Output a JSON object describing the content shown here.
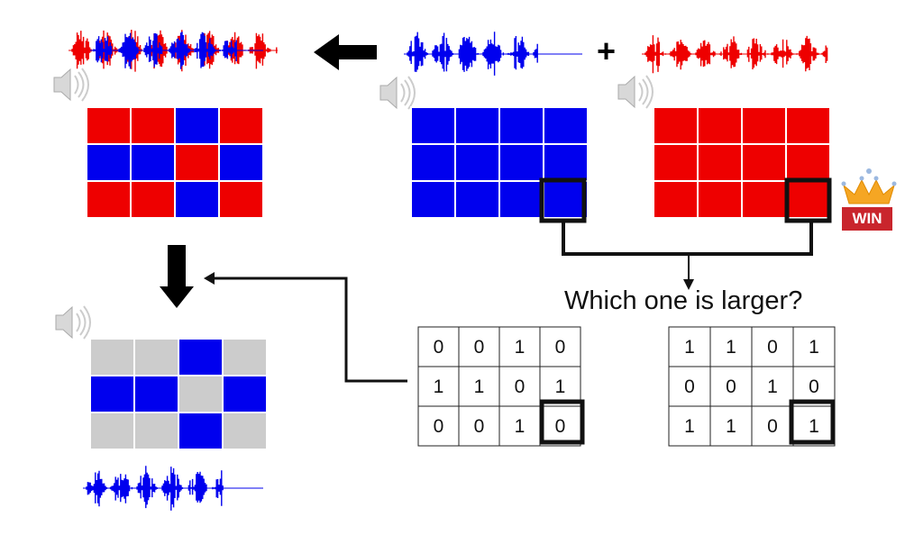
{
  "colors": {
    "blue": "#0000ee",
    "red": "#ee0000",
    "gray": "#cccccc",
    "black": "#000000"
  },
  "icons": [
    "speaker-icon",
    "left-arrow-icon",
    "down-arrow-icon",
    "crown-icon"
  ],
  "plus_sign": "+",
  "question": "Which one is larger?",
  "win_badge": "WIN",
  "mixture_grid": [
    [
      "R",
      "R",
      "B",
      "R"
    ],
    [
      "B",
      "B",
      "R",
      "B"
    ],
    [
      "R",
      "R",
      "B",
      "R"
    ]
  ],
  "blue_grid": [
    [
      "B",
      "B",
      "B",
      "B"
    ],
    [
      "B",
      "B",
      "B",
      "B"
    ],
    [
      "B",
      "B",
      "B",
      "B"
    ]
  ],
  "red_grid": [
    [
      "R",
      "R",
      "R",
      "R"
    ],
    [
      "R",
      "R",
      "R",
      "R"
    ],
    [
      "R",
      "R",
      "R",
      "R"
    ]
  ],
  "masked_grid": [
    [
      "G",
      "G",
      "B",
      "G"
    ],
    [
      "B",
      "B",
      "G",
      "B"
    ],
    [
      "G",
      "G",
      "B",
      "G"
    ]
  ],
  "mask_left": [
    [
      "0",
      "0",
      "1",
      "0"
    ],
    [
      "1",
      "1",
      "0",
      "1"
    ],
    [
      "0",
      "0",
      "1",
      "0"
    ]
  ],
  "mask_right": [
    [
      "1",
      "1",
      "0",
      "1"
    ],
    [
      "0",
      "0",
      "1",
      "0"
    ],
    [
      "1",
      "1",
      "0",
      "1"
    ]
  ]
}
